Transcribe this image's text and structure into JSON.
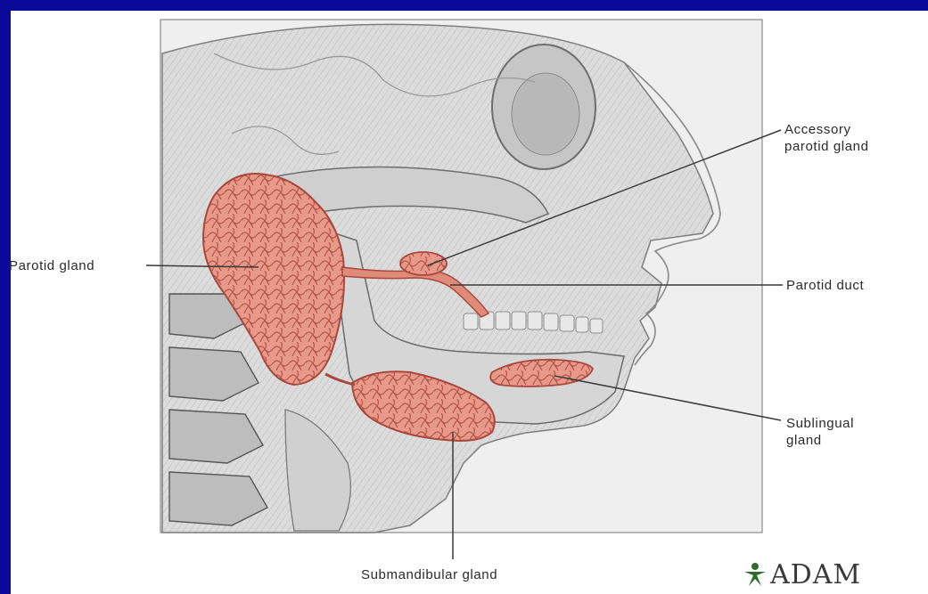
{
  "labels": {
    "accessory_parotid": [
      "Accessory",
      "parotid gland"
    ],
    "parotid_gland": "Parotid gland",
    "parotid_duct": "Parotid duct",
    "sublingual": [
      "Sublingual",
      "gland"
    ],
    "submandibular": "Submandibular gland"
  },
  "logo": {
    "text": "ADAM",
    "icon": "adam-figure-icon"
  },
  "colors": {
    "frame": "#0a0a9a",
    "gland_fill": "#e9998a",
    "gland_stroke": "#a8483c",
    "bone": "#d2d2d2",
    "line": "#3a3a3a"
  }
}
